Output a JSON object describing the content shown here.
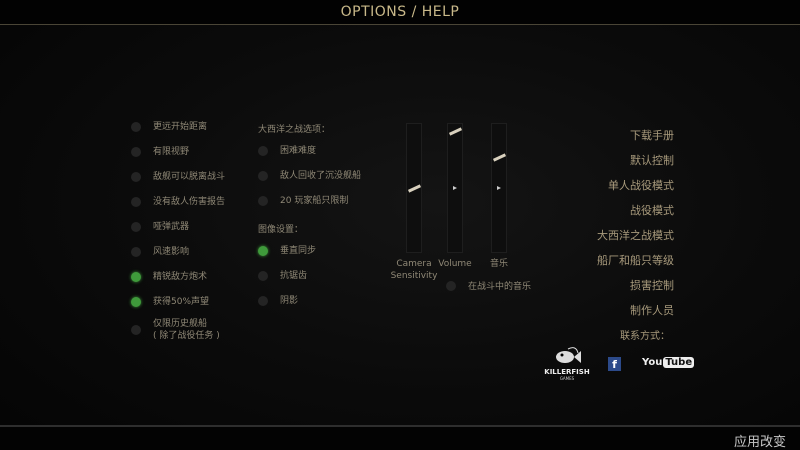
{
  "header": {
    "title": "OPTIONS / HELP"
  },
  "left_options": [
    {
      "label": "更远开始距离",
      "checked": false
    },
    {
      "label": "有限视野",
      "checked": false
    },
    {
      "label": "敌舰可以脱离战斗",
      "checked": false
    },
    {
      "label": "没有敌人伤害报告",
      "checked": false
    },
    {
      "label": "哑弹武器",
      "checked": false
    },
    {
      "label": "风速影响",
      "checked": false
    },
    {
      "label": "精锐敌方炮术",
      "checked": true
    },
    {
      "label": "获得50%声望",
      "checked": true
    },
    {
      "label": "仅限历史舰船",
      "label2": "( 除了战役任务 )",
      "checked": false
    }
  ],
  "atlantic": {
    "header": "大西洋之战选项：",
    "options": [
      {
        "label": "困难难度",
        "checked": false
      },
      {
        "label": "敌人回收了沉没舰船",
        "checked": false
      },
      {
        "label": "20 玩家船只限制",
        "checked": false
      }
    ]
  },
  "graphics": {
    "header": "图像设置：",
    "options": [
      {
        "label": "垂直同步",
        "checked": true
      },
      {
        "label": "抗锯齿",
        "checked": false
      },
      {
        "label": "阴影",
        "checked": false
      }
    ]
  },
  "sliders": [
    {
      "label": "Camera",
      "label2": "Sensitivity",
      "value": 0.5
    },
    {
      "label": "Volume",
      "value": 0.95
    },
    {
      "label": "音乐",
      "value": 0.75
    }
  ],
  "battle_music": {
    "label": "在战斗中的音乐",
    "checked": false
  },
  "menu": [
    "下载手册",
    "默认控制",
    "单人战役模式",
    "战役模式",
    "大西洋之战模式",
    "船厂和船只等级",
    "损害控制",
    "制作人员"
  ],
  "contact": {
    "label": "联系方式：",
    "killerfish": "KILLERFISH",
    "killerfish_sub": "GAMES",
    "facebook": "f",
    "youtube_you": "You",
    "youtube_tube": "Tube"
  },
  "footer": {
    "apply": "应用改变"
  }
}
